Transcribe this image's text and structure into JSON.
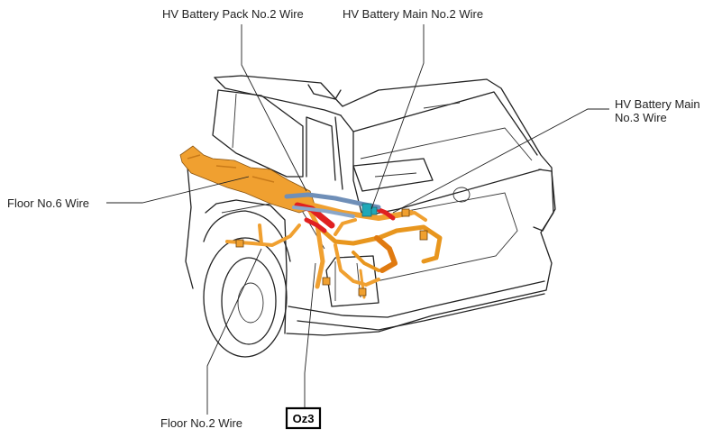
{
  "labels": {
    "hv_battery_pack_no2_wire": "HV Battery Pack No.2 Wire",
    "hv_battery_main_no2_wire": "HV Battery Main No.2 Wire",
    "hv_battery_main_no3_wire_line1": "HV Battery Main",
    "hv_battery_main_no3_wire_line2": "No.3 Wire",
    "floor_no6_wire": "Floor No.6 Wire",
    "floor_no2_wire": "Floor No.2 Wire"
  },
  "badge": {
    "code": "Oz3"
  },
  "colors": {
    "harness_orange": "#f0a030",
    "harness_dark_orange": "#e07a10",
    "harness_red": "#e02020",
    "harness_blue": "#6f8fb8",
    "harness_cyan": "#20a8b8",
    "outline": "#222222"
  }
}
